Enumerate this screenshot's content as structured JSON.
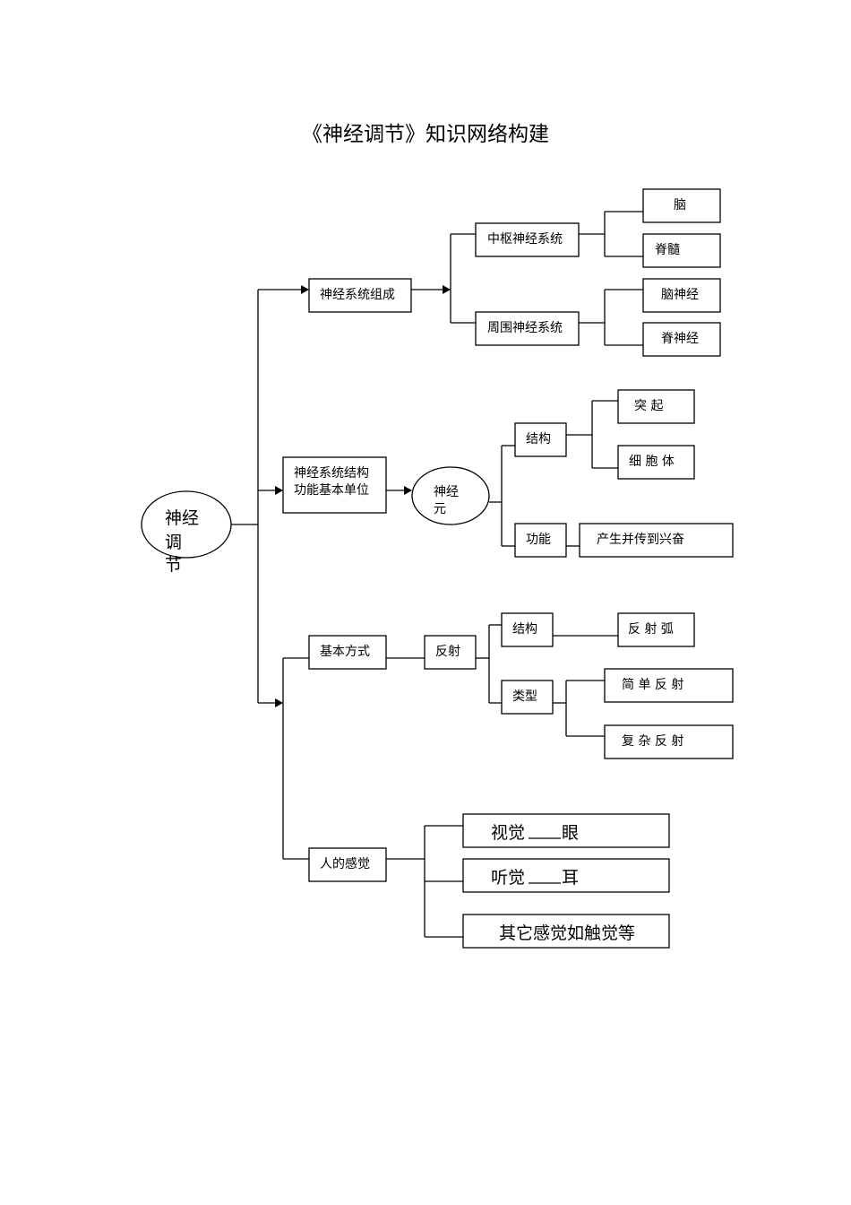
{
  "title": "《神经调节》知识网络构建",
  "root": {
    "lines": [
      "神经",
      "调",
      "节"
    ]
  },
  "branch_composition": {
    "label": "神经系统组成",
    "central": {
      "label": "中枢神经系统",
      "children": [
        "脑",
        "脊髓"
      ]
    },
    "peripheral": {
      "label": "周围神经系统",
      "children": [
        "脑神经",
        "脊神经"
      ]
    }
  },
  "branch_unit": {
    "label_lines": [
      "神经系统结构",
      "功能基本单位"
    ],
    "neuron": {
      "lines": [
        "神经",
        "元"
      ]
    },
    "structure": {
      "label": "结构",
      "children": [
        "突 起",
        "细 胞 体"
      ]
    },
    "function": {
      "label": "功能",
      "child": "产生并传到兴奋"
    }
  },
  "branch_mode": {
    "label": "基本方式",
    "reflex": {
      "label": "反射"
    },
    "structure": {
      "label": "结构",
      "child": "反 射 弧"
    },
    "type": {
      "label": "类型",
      "children": [
        "简 单 反 射",
        "复 杂 反 射"
      ]
    }
  },
  "branch_sense": {
    "label": "人的感觉",
    "items": [
      {
        "left": "视觉",
        "right": "眼"
      },
      {
        "left": "听觉",
        "right": "耳"
      },
      {
        "text": "其它感觉如触觉等"
      }
    ]
  }
}
